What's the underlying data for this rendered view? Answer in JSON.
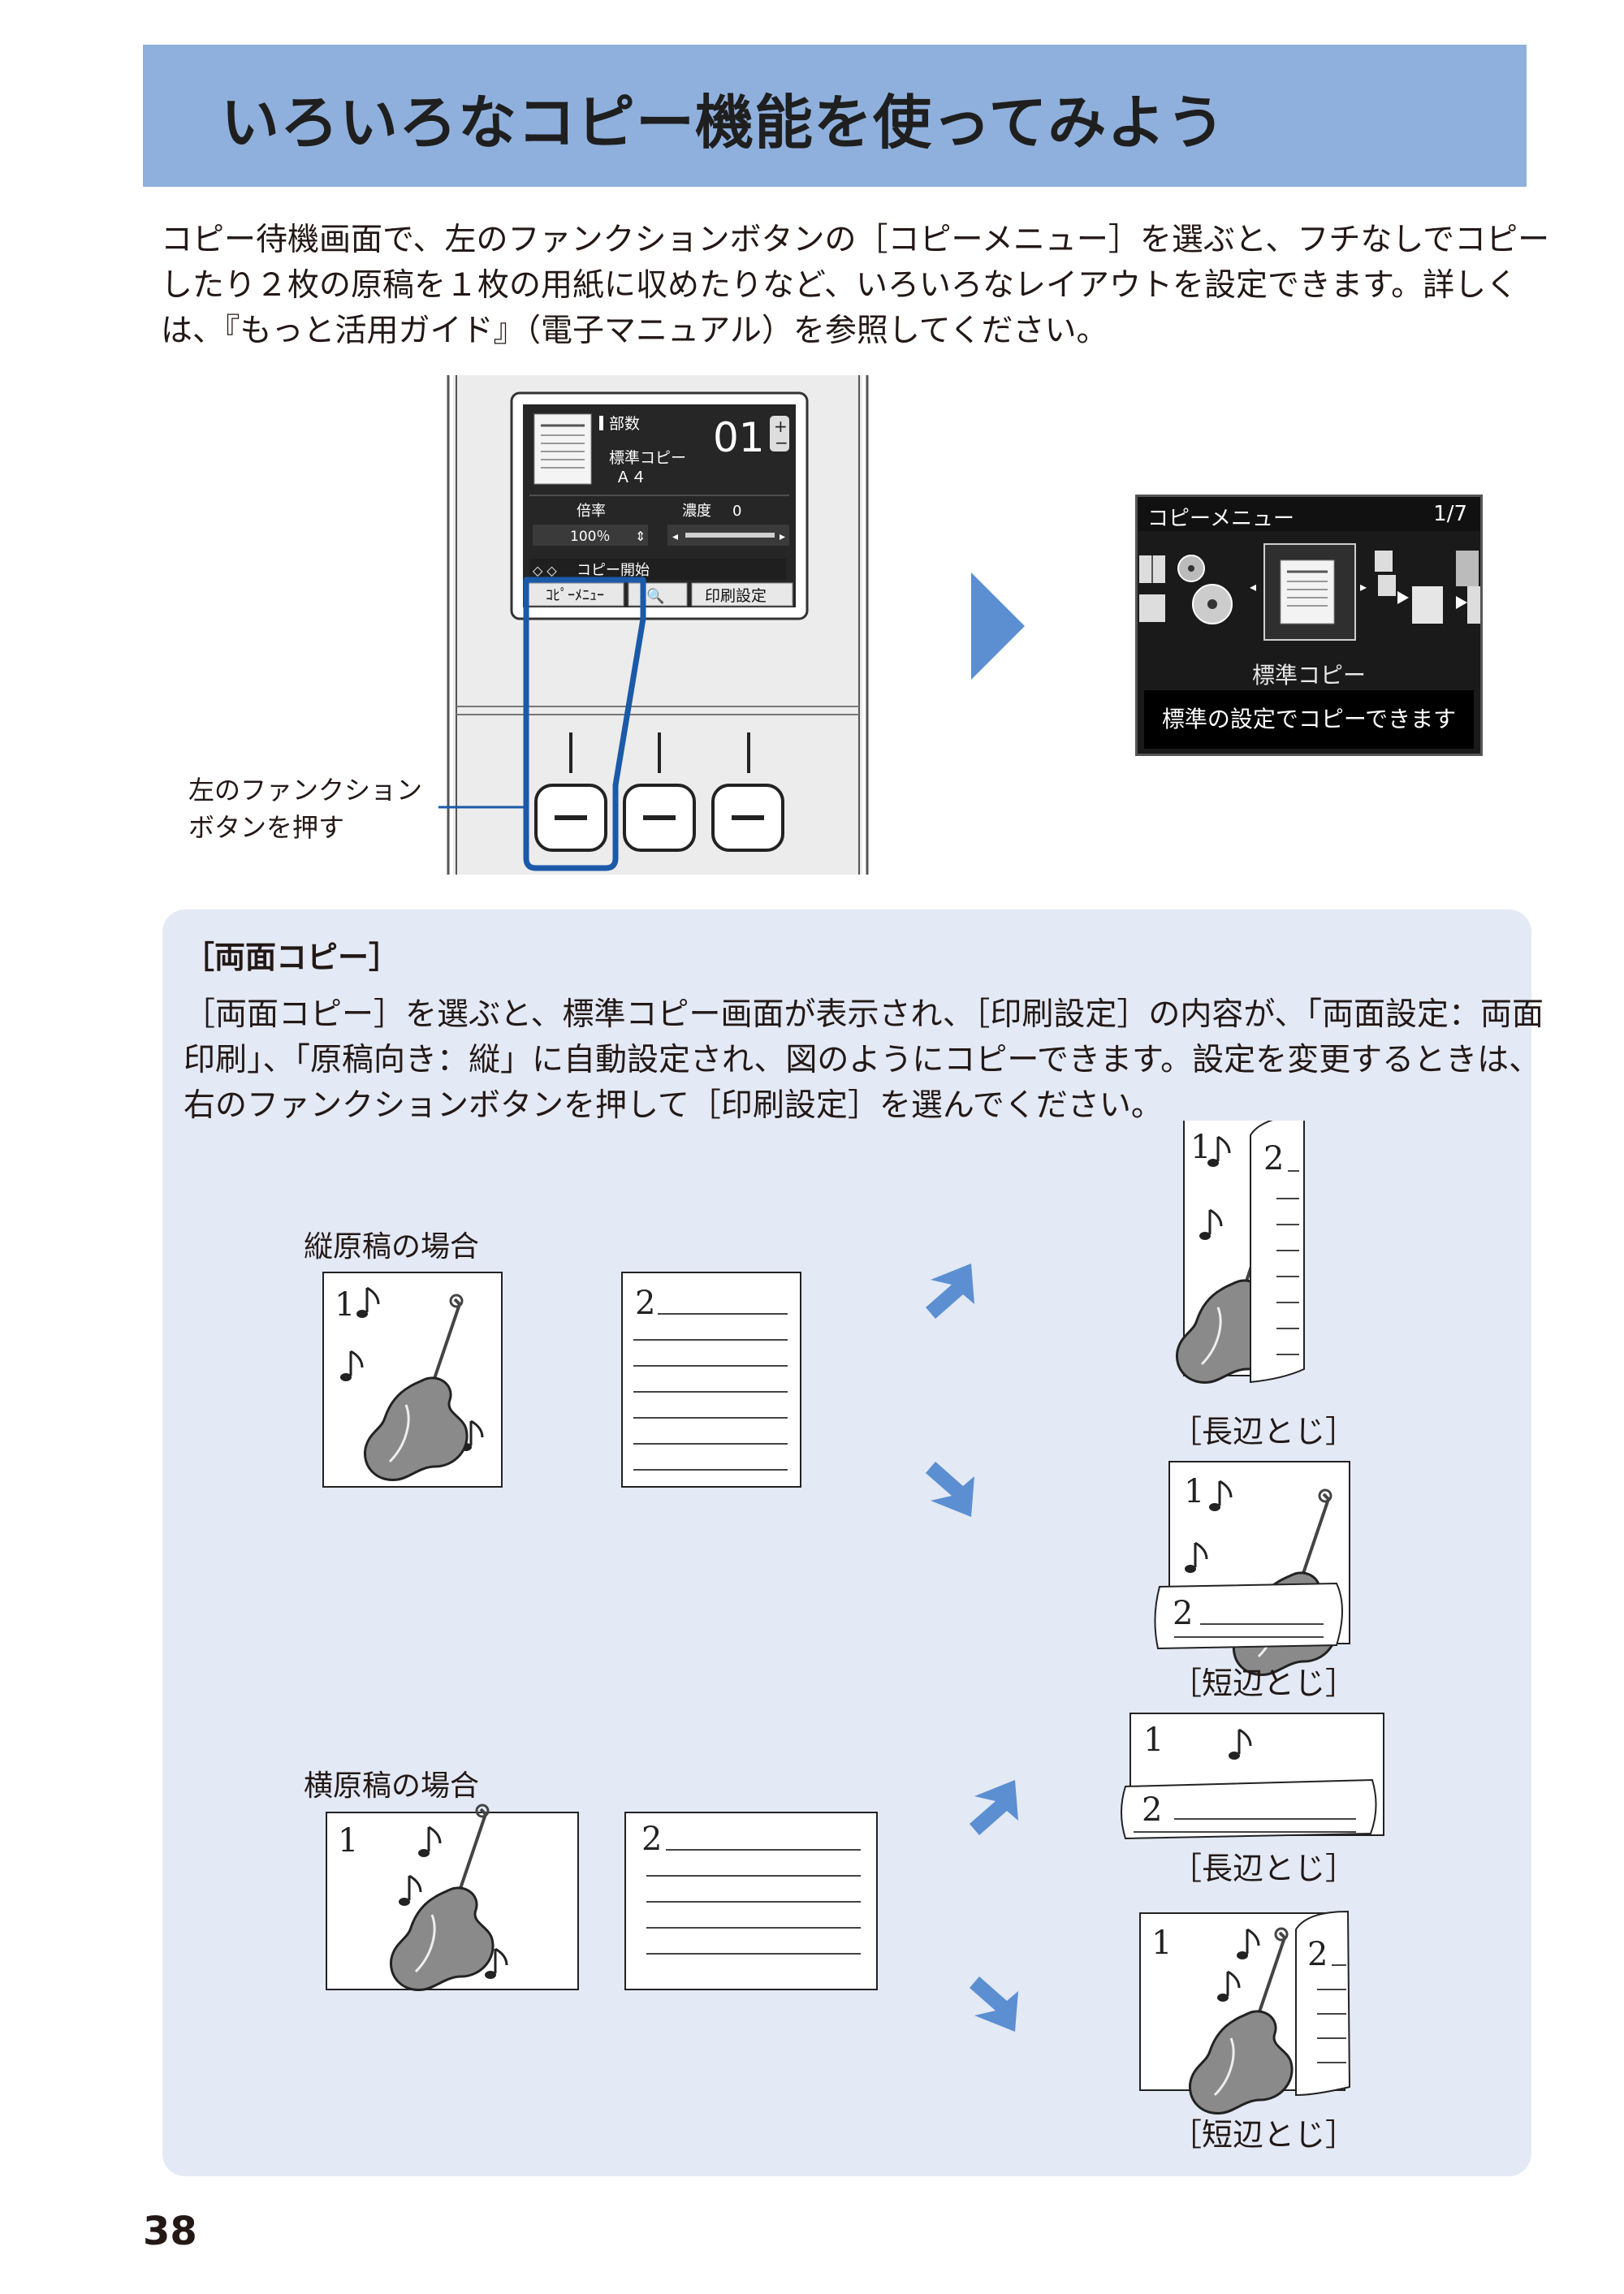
{
  "header": {
    "title": "いろいろなコピー機能を使ってみよう"
  },
  "intro": {
    "line1": "コピー待機画面で、左のファンクションボタンの［コピーメニュー］を選ぶと、フチなしでコピー",
    "line2": "したり２枚の原稿を１枚の用紙に収めたりなど、いろいろなレイアウトを設定できます。詳しく",
    "line3": "は、『もっと活用ガイド』（電子マニュアル）を参照してください。"
  },
  "panel": {
    "copies_label": "部数",
    "copies_value": "01",
    "mode_label": "標準コピー",
    "paper_size": "Ａ４",
    "magnification_label": "倍率",
    "magnification_value": "100％",
    "density_label": "濃度",
    "density_value": "0",
    "start_label": "コピー開始",
    "func_left": "ｺﾋﾟｰﾒﾆｭｰ",
    "func_right": "印刷設定",
    "callout_line1": "左のファンクション",
    "callout_line2": "ボタンを押す"
  },
  "copy_menu": {
    "title": "コピーメニュー",
    "page_indicator": "1/7",
    "selected_item": "標準コピー",
    "description": "標準の設定でコピーできます"
  },
  "duplex": {
    "title": "［両面コピー］",
    "body_line1": "［両面コピー］を選ぶと、標準コピー画面が表示され、［印刷設定］の内容が、「両面設定：両面",
    "body_line2": "印刷」、「原稿向き：縦」に自動設定され、図のようにコピーできます。設定を変更するときは、",
    "body_line3": "右のファンクションボタンを押して［印刷設定］を選んでください。",
    "portrait_case": "縦原稿の場合",
    "landscape_case": "横原稿の場合",
    "long_edge": "［長辺とじ］",
    "short_edge": "［短辺とじ］",
    "sheet1": "1",
    "sheet2": "2"
  },
  "footer": {
    "page_number": "38"
  },
  "colors": {
    "banner": "#8fb0dc",
    "info_box": "#e3e9f5",
    "arrow": "#5b8fd1",
    "highlight": "#1a5aa8"
  }
}
